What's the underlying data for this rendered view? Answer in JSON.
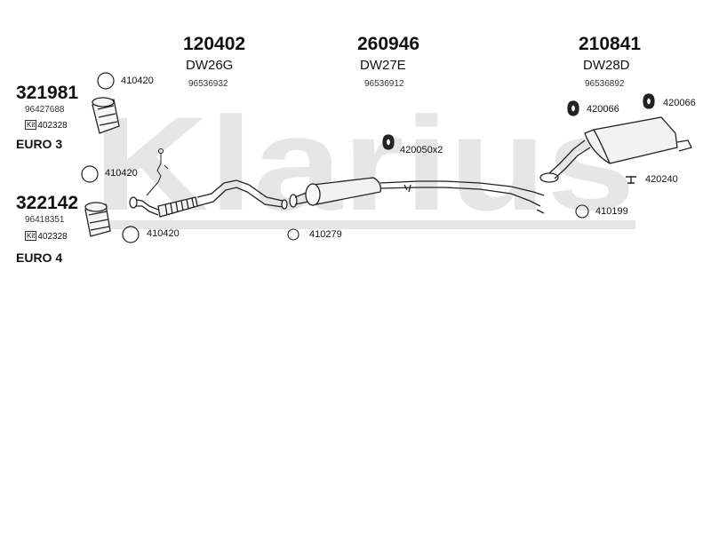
{
  "watermark": "Klarius",
  "sections": [
    {
      "part_no": "120402",
      "code": "DW26G",
      "oem": "96536932"
    },
    {
      "part_no": "260946",
      "code": "DW27E",
      "oem": "96536912"
    },
    {
      "part_no": "210841",
      "code": "DW28D",
      "oem": "96536892"
    }
  ],
  "catalysts": [
    {
      "part_no": "321981",
      "oem": "96427688",
      "kit_tag": "Kit",
      "kit": "402328",
      "euro": "EURO 3"
    },
    {
      "part_no": "322142",
      "oem": "96418351",
      "kit_tag": "Kit",
      "kit": "402328",
      "euro": "EURO 4"
    }
  ],
  "parts": {
    "gasket_top": "410420",
    "gasket_mid": "410420",
    "gasket_bottom": "410420",
    "mount_mid": "420050x2",
    "mount_rear_a": "420066",
    "mount_rear_b": "420066",
    "clamp_rear": "420240",
    "gasket_rear": "410199",
    "gasket_center": "410279"
  },
  "colors": {
    "line": "#222222",
    "watermark": "#e3e3e3",
    "muffler_fill": "#f2f2f2"
  }
}
